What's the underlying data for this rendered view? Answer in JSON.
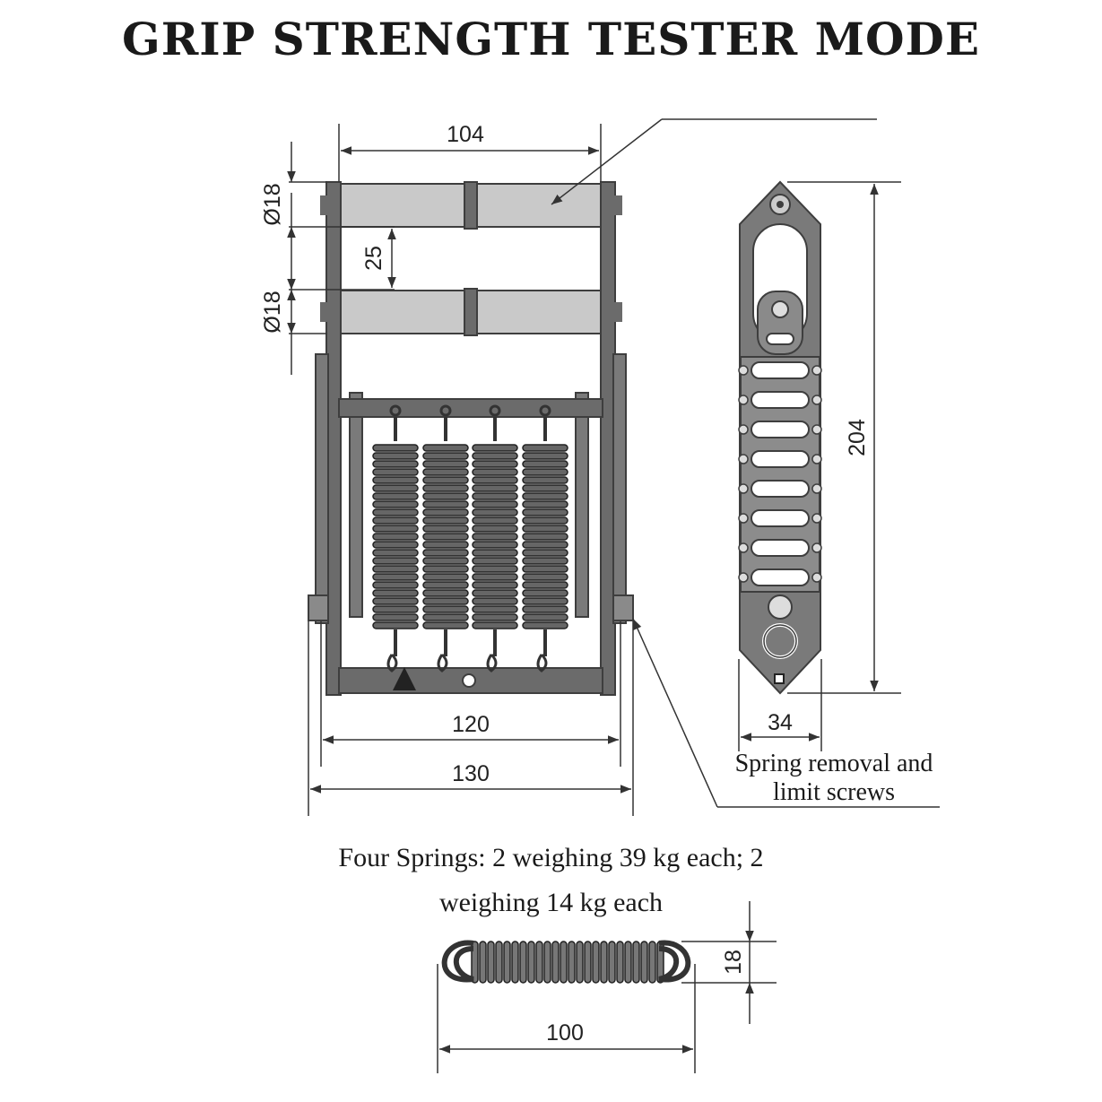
{
  "title": "GRIP STRENGTH TESTER MODE",
  "dimensions": {
    "top_width": "104",
    "dia_upper": "Ø18",
    "gap": "25",
    "dia_lower": "Ø18",
    "inner_width": "120",
    "outer_width": "130",
    "side_width": "34",
    "height": "204",
    "spring_length": "100",
    "spring_dia": "18"
  },
  "callout": {
    "line1": "Spring removal and",
    "line2": "limit screws"
  },
  "caption": {
    "line1": "Four Springs: 2 weighing 39 kg each; 2",
    "line2": "weighing 14 kg each"
  },
  "colors": {
    "frame": "#6b6b6b",
    "frame_dark": "#3e3e3e",
    "handle": "#c9c9c9",
    "line": "#333333"
  }
}
